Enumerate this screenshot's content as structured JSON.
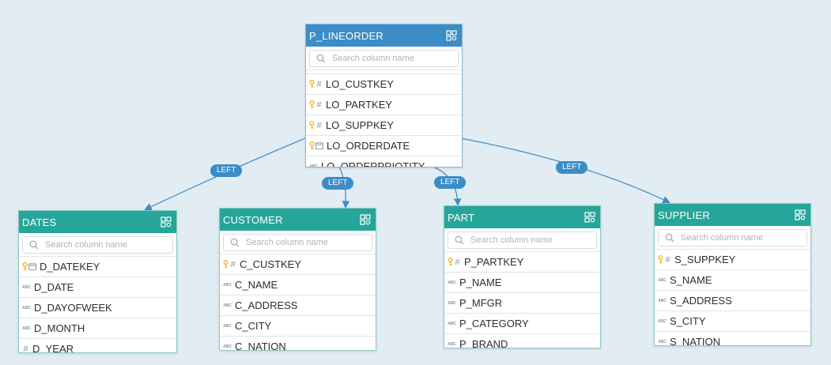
{
  "tables": {
    "p_lineorder": {
      "name": "P_LINEORDER",
      "search_placeholder": "Search column name",
      "columns": [
        {
          "name": "LO_CUSTKEY",
          "key": true,
          "type": "number"
        },
        {
          "name": "LO_PARTKEY",
          "key": true,
          "type": "number"
        },
        {
          "name": "LO_SUPPKEY",
          "key": true,
          "type": "number"
        },
        {
          "name": "LO_ORDERDATE",
          "key": true,
          "type": "date"
        },
        {
          "name": "LO_ORDERPRIOTITY",
          "key": false,
          "type": "string"
        }
      ]
    },
    "dates": {
      "name": "DATES",
      "search_placeholder": "Search column name",
      "columns": [
        {
          "name": "D_DATEKEY",
          "key": true,
          "type": "date"
        },
        {
          "name": "D_DATE",
          "key": false,
          "type": "string"
        },
        {
          "name": "D_DAYOFWEEK",
          "key": false,
          "type": "string"
        },
        {
          "name": "D_MONTH",
          "key": false,
          "type": "string"
        },
        {
          "name": "D_YEAR",
          "key": false,
          "type": "number"
        }
      ]
    },
    "customer": {
      "name": "CUSTOMER",
      "search_placeholder": "Search column name",
      "columns": [
        {
          "name": "C_CUSTKEY",
          "key": true,
          "type": "number"
        },
        {
          "name": "C_NAME",
          "key": false,
          "type": "string"
        },
        {
          "name": "C_ADDRESS",
          "key": false,
          "type": "string"
        },
        {
          "name": "C_CITY",
          "key": false,
          "type": "string"
        },
        {
          "name": "C_NATION",
          "key": false,
          "type": "string"
        }
      ]
    },
    "part": {
      "name": "PART",
      "search_placeholder": "Search column name",
      "columns": [
        {
          "name": "P_PARTKEY",
          "key": true,
          "type": "number"
        },
        {
          "name": "P_NAME",
          "key": false,
          "type": "string"
        },
        {
          "name": "P_MFGR",
          "key": false,
          "type": "string"
        },
        {
          "name": "P_CATEGORY",
          "key": false,
          "type": "string"
        },
        {
          "name": "P_BRAND",
          "key": false,
          "type": "string"
        }
      ]
    },
    "supplier": {
      "name": "SUPPLIER",
      "search_placeholder": "Search column name",
      "columns": [
        {
          "name": "S_SUPPKEY",
          "key": true,
          "type": "number"
        },
        {
          "name": "S_NAME",
          "key": false,
          "type": "string"
        },
        {
          "name": "S_ADDRESS",
          "key": false,
          "type": "string"
        },
        {
          "name": "S_CITY",
          "key": false,
          "type": "string"
        },
        {
          "name": "S_NATION",
          "key": false,
          "type": "string"
        }
      ]
    }
  },
  "joins": [
    {
      "from": "p_lineorder",
      "to": "dates",
      "label": "LEFT"
    },
    {
      "from": "p_lineorder",
      "to": "customer",
      "label": "LEFT"
    },
    {
      "from": "p_lineorder",
      "to": "part",
      "label": "LEFT"
    },
    {
      "from": "p_lineorder",
      "to": "supplier",
      "label": "LEFT"
    }
  ],
  "colors": {
    "background": "#e2ecf3",
    "fact_header": "#3c8dc5",
    "dimension_header": "#26a69a",
    "join_line": "#3c8dc5",
    "key_icon": "#f0b51e"
  },
  "icons": {
    "header_action": "table-grid-settings-icon",
    "search": "search-icon",
    "primary_key": "key-icon",
    "number_type": "hash-icon",
    "string_type": "abc-icon",
    "date_type": "calendar-icon"
  }
}
